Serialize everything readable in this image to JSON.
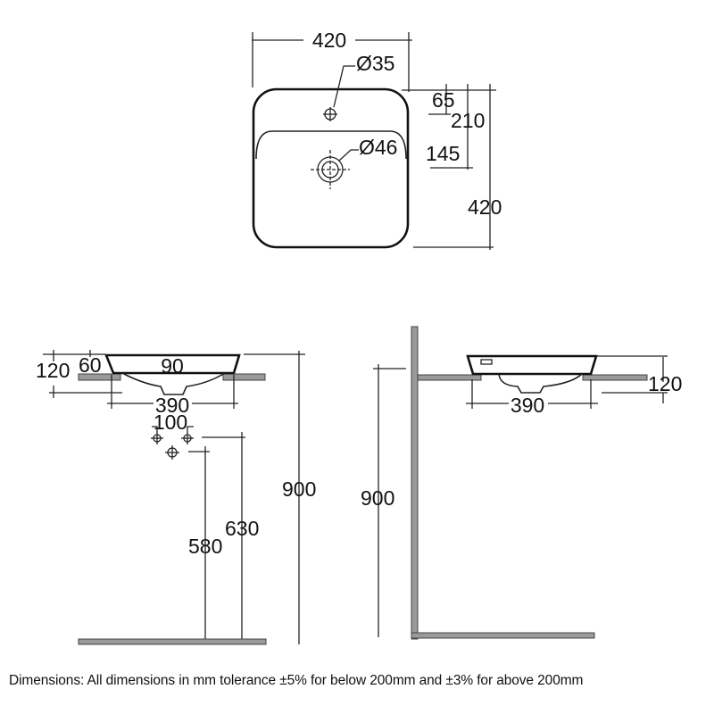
{
  "plan_view": {
    "width": "420",
    "depth": "420",
    "tap_hole": "Ø35",
    "waste": "Ø46",
    "tap_hole_offset": "65",
    "waste_offset_total": "210",
    "waste_offset": "145"
  },
  "front_elevation": {
    "height": "120",
    "rim": "60",
    "waste_depth": "90",
    "underside_width": "390",
    "waste_spacing": "100",
    "floor_to_top": "900",
    "waste_height_upper": "630",
    "waste_height_lower": "580"
  },
  "side_elevation": {
    "floor_to_top": "900",
    "underside_width": "390",
    "height": "120"
  },
  "caption": "Dimensions: All dimensions in mm tolerance ±5% for below 200mm and ±3% for above 200mm"
}
